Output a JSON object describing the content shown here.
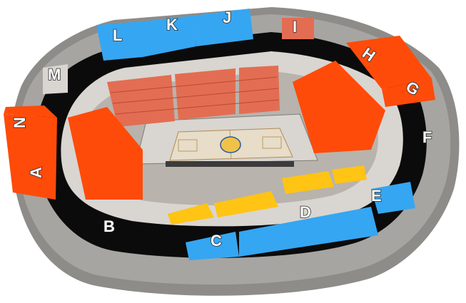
{
  "colors": {
    "background": "#ffffff",
    "outer_shell": "#a7a5a2",
    "outer_shell_dark": "#8e8c89",
    "concourse": "#d9d5d0",
    "walls": "#7f7b76",
    "void": "#0b0b0b",
    "orange_sector": "#ff4b0a",
    "blue_sector": "#35a6f2",
    "yellow_sector": "#ffc414",
    "red_seats": "#e36d52",
    "court_floor": "#e7ddc8",
    "court_lines": "#b08a55",
    "court_surround": "#d9d5d0"
  },
  "sectors": [
    {
      "id": "A",
      "label": "A",
      "color": "orange"
    },
    {
      "id": "B",
      "label": "B",
      "color": "orange"
    },
    {
      "id": "C",
      "label": "C",
      "color": "blue"
    },
    {
      "id": "D",
      "label": "D",
      "color": "blue"
    },
    {
      "id": "E",
      "label": "E",
      "color": "blue"
    },
    {
      "id": "F",
      "label": "F",
      "color": "orange"
    },
    {
      "id": "G",
      "label": "G",
      "color": "orange"
    },
    {
      "id": "H",
      "label": "H",
      "color": "orange"
    },
    {
      "id": "I",
      "label": "I",
      "color": "red"
    },
    {
      "id": "J",
      "label": "J",
      "color": "blue"
    },
    {
      "id": "K",
      "label": "K",
      "color": "blue"
    },
    {
      "id": "L",
      "label": "L",
      "color": "blue"
    },
    {
      "id": "M",
      "label": "M",
      "color": "orange"
    },
    {
      "id": "N",
      "label": "N",
      "color": "orange"
    }
  ],
  "court": {
    "icon": "team-logo-icon"
  }
}
